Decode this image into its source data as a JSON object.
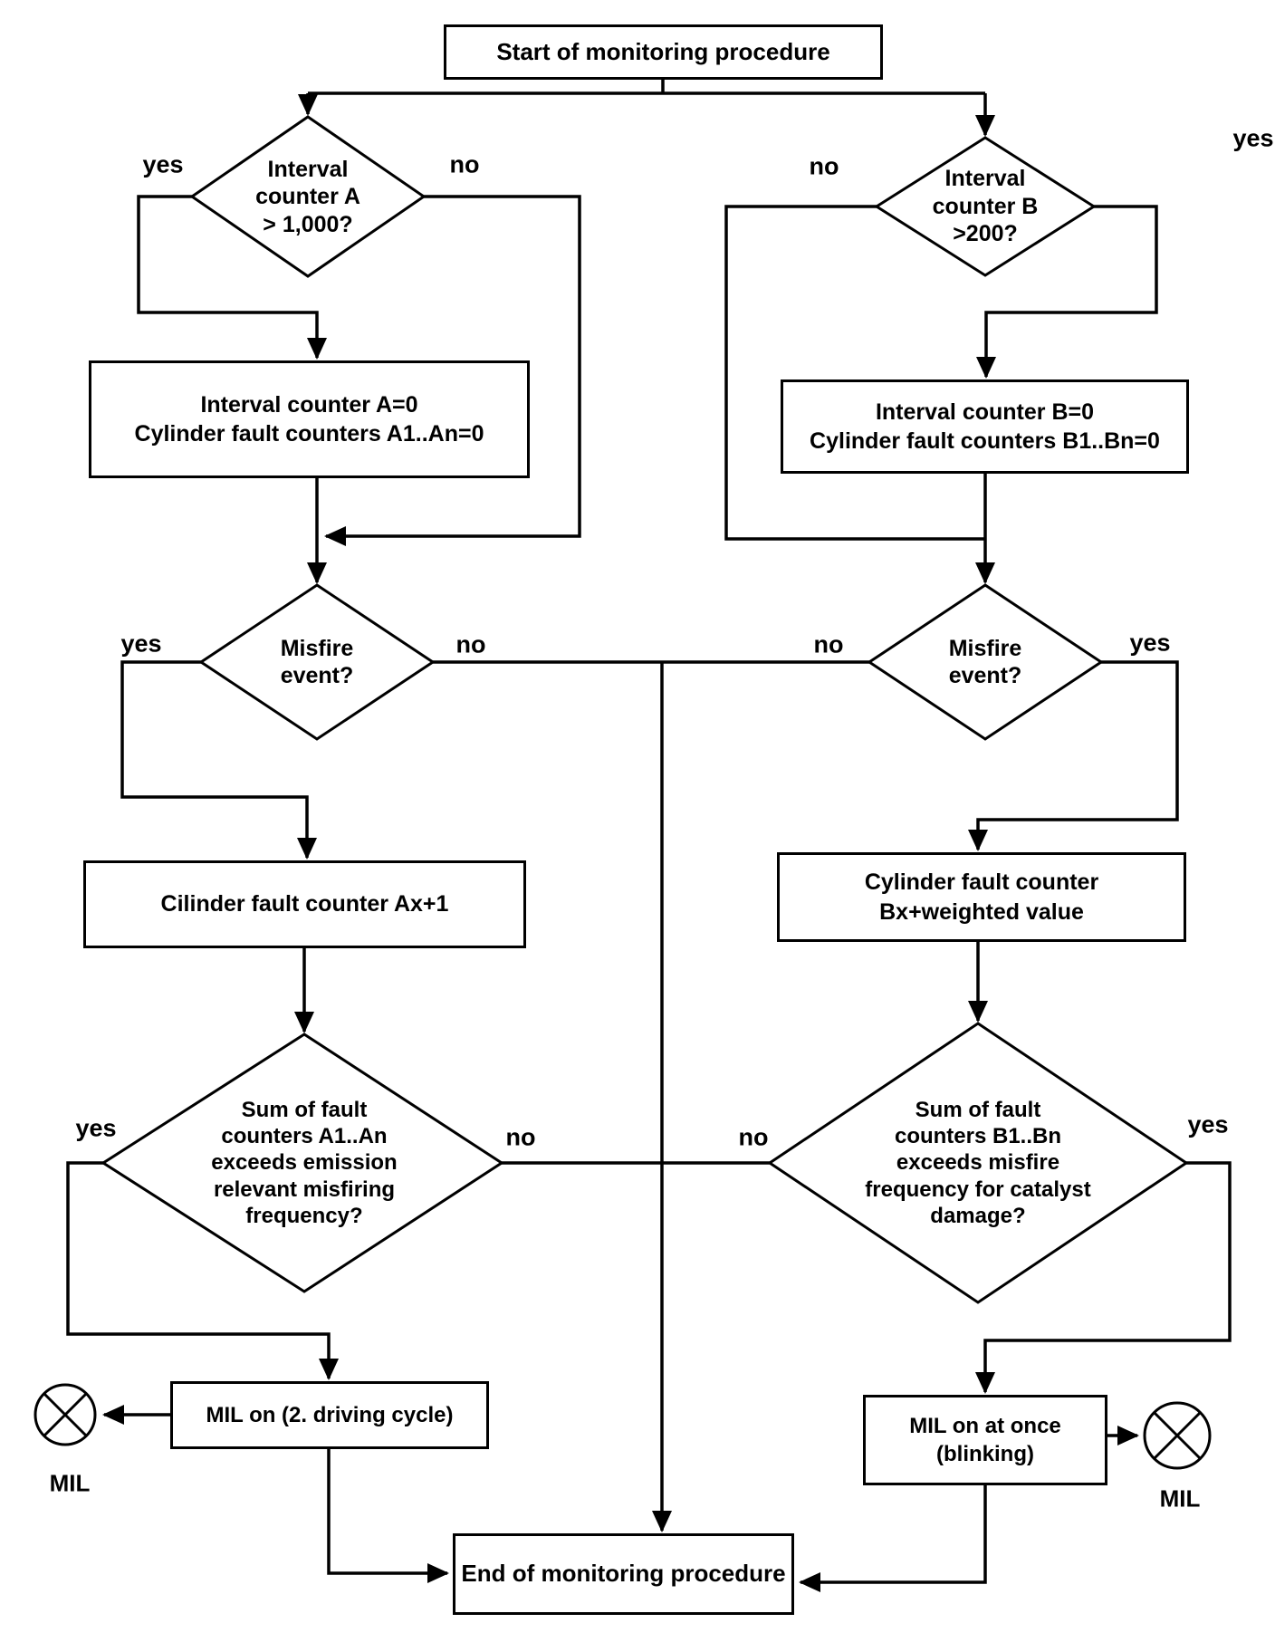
{
  "flowchart": {
    "start_label": "Start of monitoring procedure",
    "end_label": "End of monitoring procedure",
    "labels": {
      "yes": "yes",
      "no": "no",
      "mil": "MIL"
    },
    "branch_a": {
      "interval_decision": "Interval\ncounter A\n> 1,000?",
      "reset_process": "Interval counter A=0\nCylinder fault counters A1..An=0",
      "misfire_decision": "Misfire\nevent?",
      "fault_counter_process": "Cilinder fault counter Ax+1",
      "threshold_decision": "Sum of fault\ncounters A1..An\nexceeds emission\nrelevant misfiring\nfrequency?",
      "mil_action": "MIL on (2. driving cycle)"
    },
    "branch_b": {
      "interval_decision": "Interval\ncounter B\n>200?",
      "reset_process": "Interval counter B=0\nCylinder fault counters B1..Bn=0",
      "misfire_decision": "Misfire\nevent?",
      "fault_counter_process": "Cylinder fault counter\nBx+weighted value",
      "threshold_decision": "Sum of fault\ncounters B1..Bn\nexceeds misfire\nfrequency for catalyst\ndamage?",
      "mil_action": "MIL on at once\n(blinking)"
    },
    "colors": {
      "line": "#000000",
      "text": "#000000",
      "background": "#ffffff"
    }
  }
}
